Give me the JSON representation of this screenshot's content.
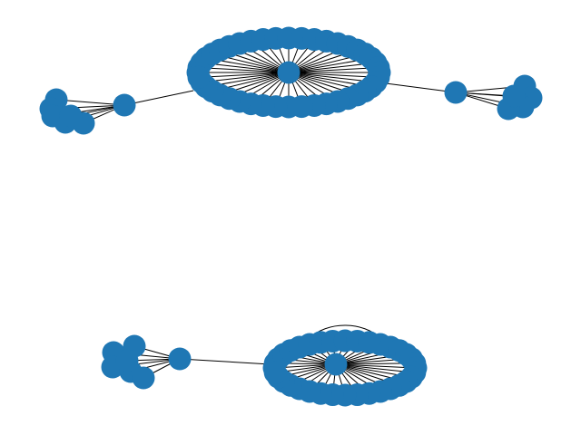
{
  "chart_data": {
    "type": "network",
    "node_color": "#1f77b4",
    "edge_color": "#000000",
    "clusters": [
      {
        "name": "top",
        "hub": true,
        "ring_count": 44,
        "satellites": [
          {
            "count": 6,
            "side": "left"
          },
          {
            "count": 5,
            "side": "right"
          }
        ]
      },
      {
        "name": "bottom",
        "hub": true,
        "ring_count": 36,
        "satellites": [
          {
            "count": 6,
            "side": "left"
          }
        ]
      }
    ]
  }
}
